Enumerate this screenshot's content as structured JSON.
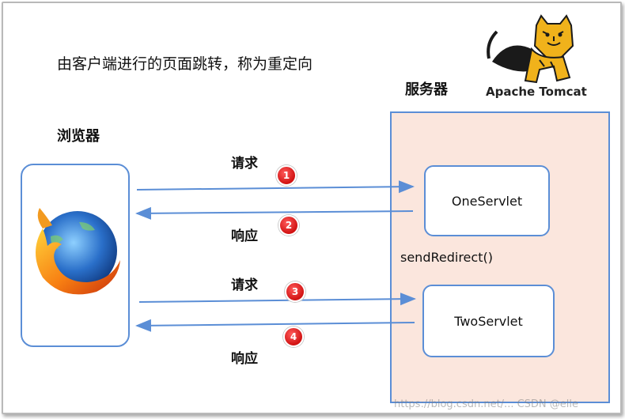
{
  "title": "由客户端进行的页面跳转，称为重定向",
  "browser": {
    "label": "浏览器",
    "icon": "firefox-logo"
  },
  "server": {
    "label": "服务器",
    "logo_text": "Apache Tomcat",
    "background_color": "#fbe6dd",
    "servlets": [
      "OneServlet",
      "TwoServlet"
    ],
    "redirect_call": "sendRedirect()"
  },
  "steps": [
    {
      "num": "1",
      "label": "请求",
      "direction": "to-server",
      "target": "OneServlet"
    },
    {
      "num": "2",
      "label": "响应",
      "direction": "to-browser",
      "target": "OneServlet"
    },
    {
      "num": "3",
      "label": "请求",
      "direction": "to-server",
      "target": "TwoServlet"
    },
    {
      "num": "4",
      "label": "响应",
      "direction": "to-browser",
      "target": "TwoServlet"
    }
  ],
  "colors": {
    "border": "#5b8ed6",
    "arrow": "#5b8ed6",
    "badge": "#d11212"
  },
  "watermark": "https://blog.csdn.net/... CSDN @elle"
}
